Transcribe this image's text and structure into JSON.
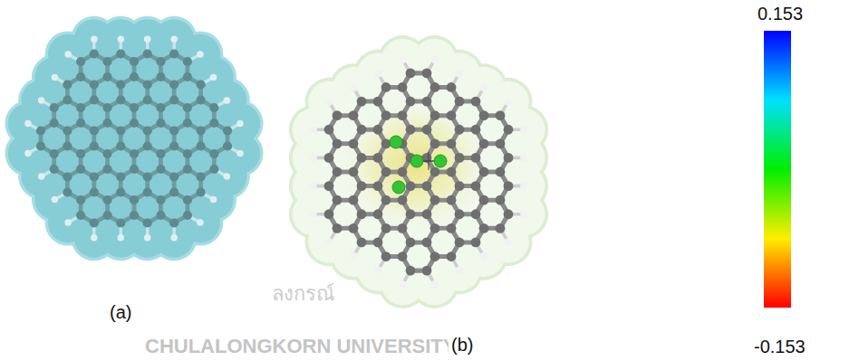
{
  "diagram": {
    "labels": [
      "(a)",
      "(b)",
      "0.153",
      "-0.153",
      "CHULALONGKORN UNIVERSITY",
      "ลงกรณ์"
    ]
  }
}
